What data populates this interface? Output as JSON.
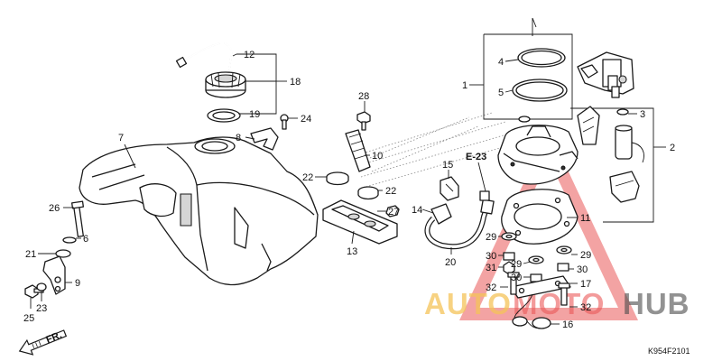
{
  "diagram_code": "K954F2101",
  "direction_label": "FR.",
  "reference_label": "E-23",
  "watermark": {
    "word_auto": "AUTO",
    "word_moto": "MOTO",
    "word_hub": "HUB",
    "color_primary": "#e63b3b",
    "color_secondary": "#f3b93b",
    "color_dark": "#2b2b2b"
  },
  "callouts": [
    "1",
    "2",
    "3",
    "4",
    "5",
    "6",
    "7",
    "8",
    "9",
    "10",
    "11",
    "12",
    "13",
    "14",
    "15",
    "16",
    "17",
    "18",
    "19",
    "20",
    "21",
    "22",
    "22",
    "23",
    "24",
    "25",
    "26",
    "27",
    "28",
    "29",
    "29",
    "29",
    "30",
    "30",
    "30",
    "31",
    "32",
    "32"
  ]
}
